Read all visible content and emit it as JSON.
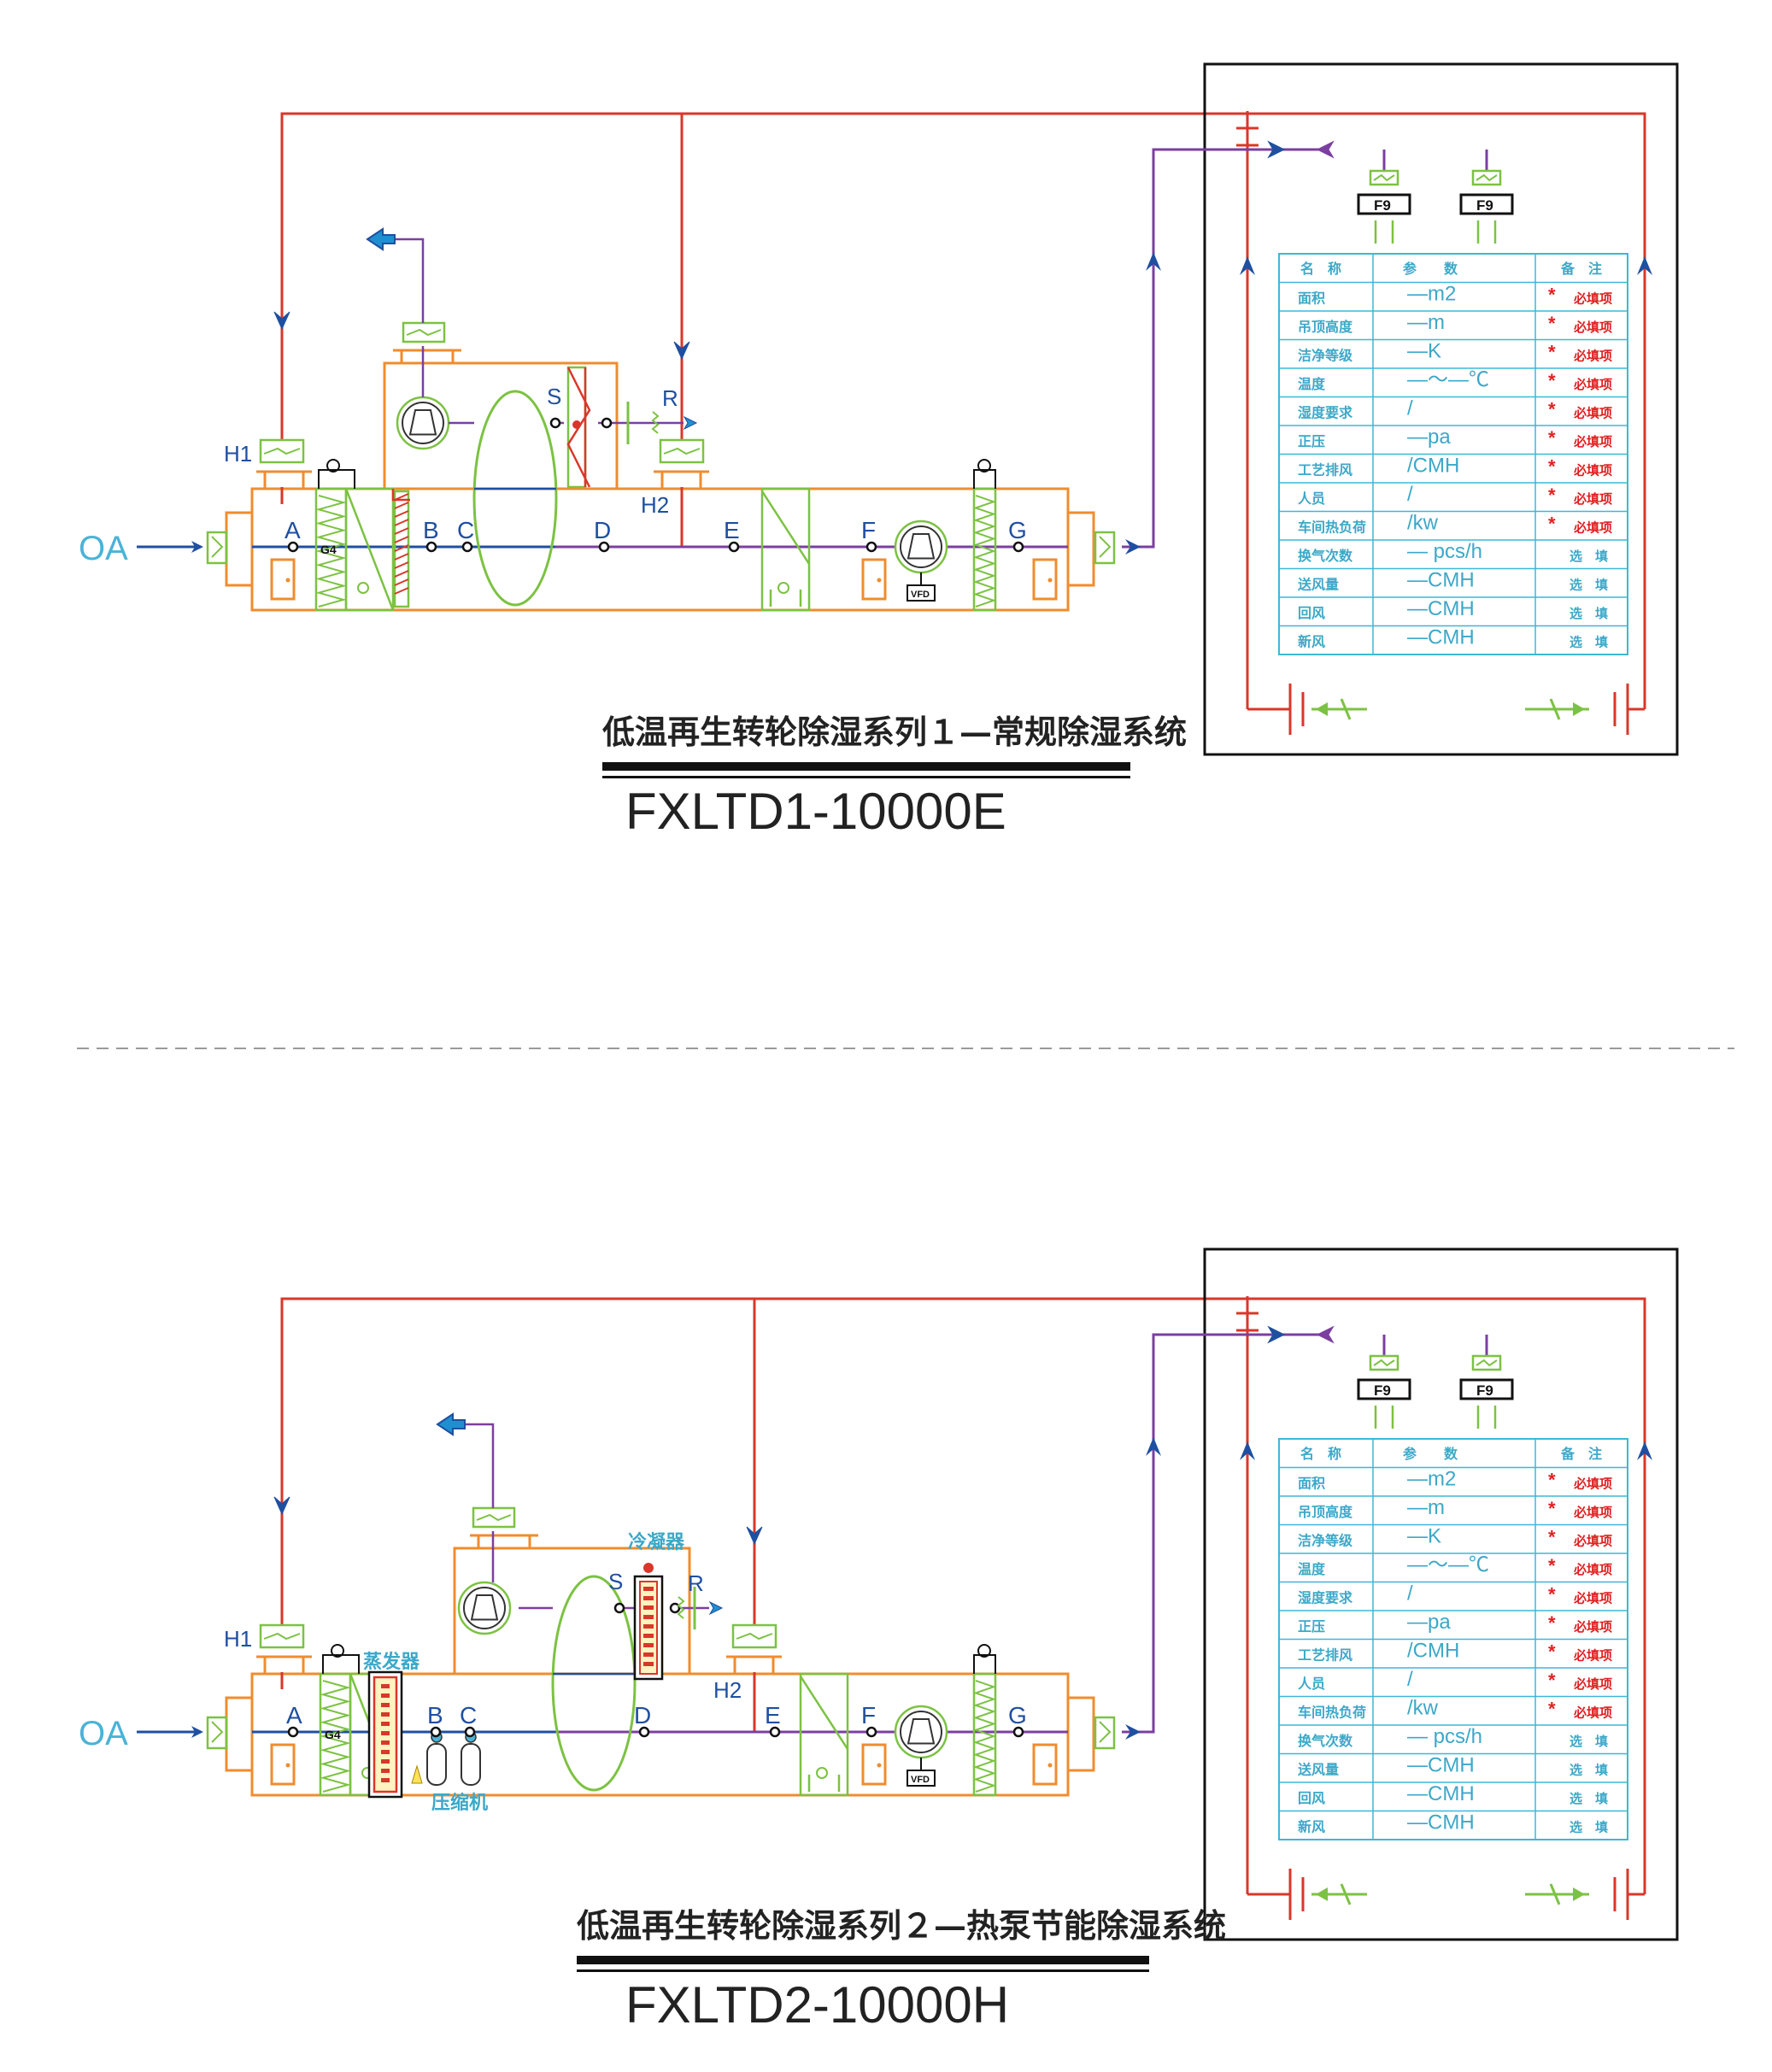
{
  "colors": {
    "supply": "#1f4fa0",
    "hot": "#d9372a",
    "process": "#7b3fa0",
    "casing": "#f08c2e",
    "component": "#7cc242",
    "text_blue": "#1f4fa0",
    "oa_text": "#4ab3d6",
    "table_border": "#3cb8d8",
    "table_text": "#3ca8c8",
    "required": "#e02020",
    "title_text": "#222222"
  },
  "systems": [
    {
      "oa_label": "OA",
      "points": [
        "A",
        "B",
        "C",
        "D",
        "E",
        "F",
        "G",
        "H1",
        "H2",
        "S",
        "R"
      ],
      "filter_label": "G4",
      "vfd_label": "VFD",
      "terminal_label": "F9",
      "component_labels": [],
      "title_cn": "低温再生转轮除湿系列１—常规除湿系统",
      "model": "FXLTD1-10000E"
    },
    {
      "oa_label": "OA",
      "points": [
        "A",
        "B",
        "C",
        "D",
        "E",
        "F",
        "G",
        "H1",
        "H2",
        "S",
        "R"
      ],
      "filter_label": "G4",
      "vfd_label": "VFD",
      "terminal_label": "F9",
      "component_labels": [
        "冷凝器",
        "蒸发器",
        "压缩机"
      ],
      "title_cn": "低温再生转轮除湿系列２—热泵节能除湿系统",
      "model": "FXLTD2-10000H"
    }
  ],
  "table": {
    "headers": [
      "名　称",
      "参　　数",
      "备　注"
    ],
    "rows": [
      {
        "name": "面积",
        "value": "—m2",
        "note": "必填项",
        "required": true
      },
      {
        "name": "吊顶高度",
        "value": "—m",
        "note": "必填项",
        "required": true
      },
      {
        "name": "洁净等级",
        "value": "—K",
        "note": "必填项",
        "required": true
      },
      {
        "name": "温度",
        "value": "—～—℃",
        "note": "必填项",
        "required": true
      },
      {
        "name": "湿度要求",
        "value": "/",
        "note": "必填项",
        "required": true
      },
      {
        "name": "正压",
        "value": "—pa",
        "note": "必填项",
        "required": true
      },
      {
        "name": "工艺排风",
        "value": "/CMH",
        "note": "必填项",
        "required": true
      },
      {
        "name": "人员",
        "value": "/",
        "note": "必填项",
        "required": true
      },
      {
        "name": "车间热负荷",
        "value": "/kw",
        "note": "必填项",
        "required": true
      },
      {
        "name": "换气次数",
        "value": "— pcs/h",
        "note": "选　填",
        "required": false
      },
      {
        "name": "送风量",
        "value": "—CMH",
        "note": "选　填",
        "required": false
      },
      {
        "name": "回风",
        "value": "—CMH",
        "note": "选　填",
        "required": false
      },
      {
        "name": "新风",
        "value": "—CMH",
        "note": "选　填",
        "required": false
      }
    ],
    "required_mark": "*"
  }
}
